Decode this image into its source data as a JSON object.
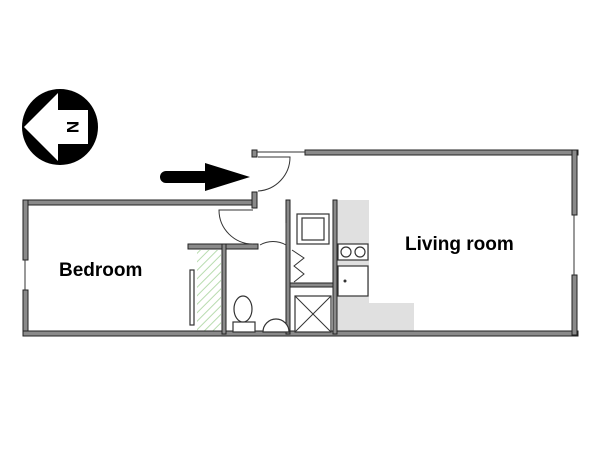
{
  "plan": {
    "rooms": [
      {
        "name": "Bedroom"
      },
      {
        "name": "Living room"
      }
    ],
    "compass": {
      "letter": "N"
    },
    "icons": [
      "compass-icon",
      "entrance-arrow-icon"
    ],
    "colors": {
      "wall": "#8a8a8a",
      "kitchen": "#e0e0e0",
      "closet_hatch": "#b9dcb0"
    }
  }
}
